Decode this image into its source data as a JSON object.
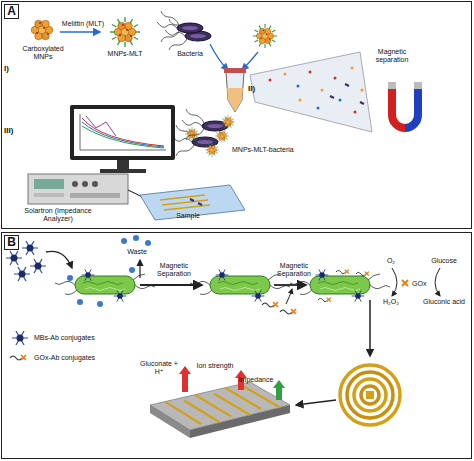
{
  "diagram": {
    "nodes": [
      {
        "text": [
          "A"
        ]
      },
      {
        "text": [
          "B"
        ]
      }
    ],
    "labels": [
      "Carboxylated MNPs",
      "Melittin (MLT)",
      "MNPs-MLT",
      "I)",
      "Bacteria",
      "II)",
      "Magnetic separation",
      "MNPs-MLT-bacteria",
      "III)",
      "Solartron (Impedance Analyzer)",
      "Sample",
      "Waste",
      "Magnetic Separation",
      "Magnetic Separation",
      "O₂",
      "Glucose",
      "GOx",
      "Gluconic acid",
      "H₂O₂",
      "MBs-Ab conjugates",
      "GOx-Ab conjugates",
      "Gluconate + H⁺",
      "Ion strength",
      "Impedance"
    ]
  }
}
